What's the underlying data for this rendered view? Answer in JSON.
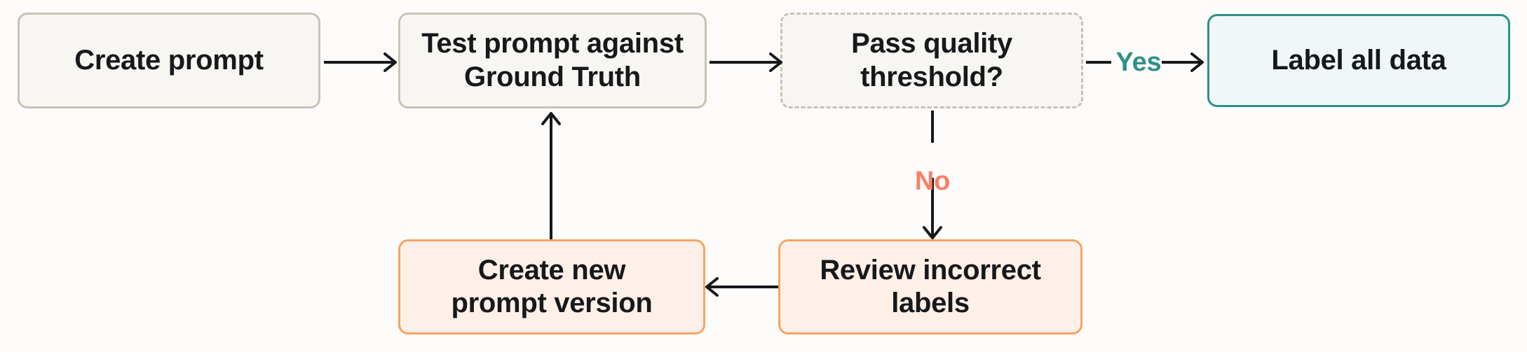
{
  "diagram": {
    "title": "Prompt evaluation and labeling loop",
    "background_color": "#fdfcfa",
    "colors": {
      "neutral_fill": "#f7f6f3",
      "neutral_border": "#c9c2b6",
      "teal_fill": "#f0f8f7",
      "teal_border": "#2e9089",
      "teal_text": "#2e9089",
      "orange_fill": "#fdf0e8",
      "orange_border": "#f6a463",
      "coral_text": "#fc7f65",
      "arrow": "#17181a",
      "node_text": "#17181a"
    },
    "nodes": [
      {
        "id": "create-prompt",
        "label": "Create prompt",
        "style": "neutral"
      },
      {
        "id": "test-prompt",
        "label": "Test prompt against\nGround Truth",
        "style": "neutral"
      },
      {
        "id": "pass-quality",
        "label": "Pass quality\nthreshold?",
        "style": "decision"
      },
      {
        "id": "label-all-data",
        "label": "Label all data",
        "style": "accent-teal"
      },
      {
        "id": "review-labels",
        "label": "Review incorrect\nlabels",
        "style": "accent-orange"
      },
      {
        "id": "create-new-version",
        "label": "Create new\nprompt version",
        "style": "accent-orange"
      }
    ],
    "edges": [
      {
        "id": "e1",
        "from": "create-prompt",
        "to": "test-prompt",
        "label": ""
      },
      {
        "id": "e2",
        "from": "test-prompt",
        "to": "pass-quality",
        "label": ""
      },
      {
        "id": "e3",
        "from": "pass-quality",
        "to": "label-all-data",
        "label": "Yes"
      },
      {
        "id": "e4",
        "from": "pass-quality",
        "to": "review-labels",
        "label": "No"
      },
      {
        "id": "e5",
        "from": "review-labels",
        "to": "create-new-version",
        "label": ""
      },
      {
        "id": "e6",
        "from": "create-new-version",
        "to": "test-prompt",
        "label": ""
      }
    ]
  }
}
